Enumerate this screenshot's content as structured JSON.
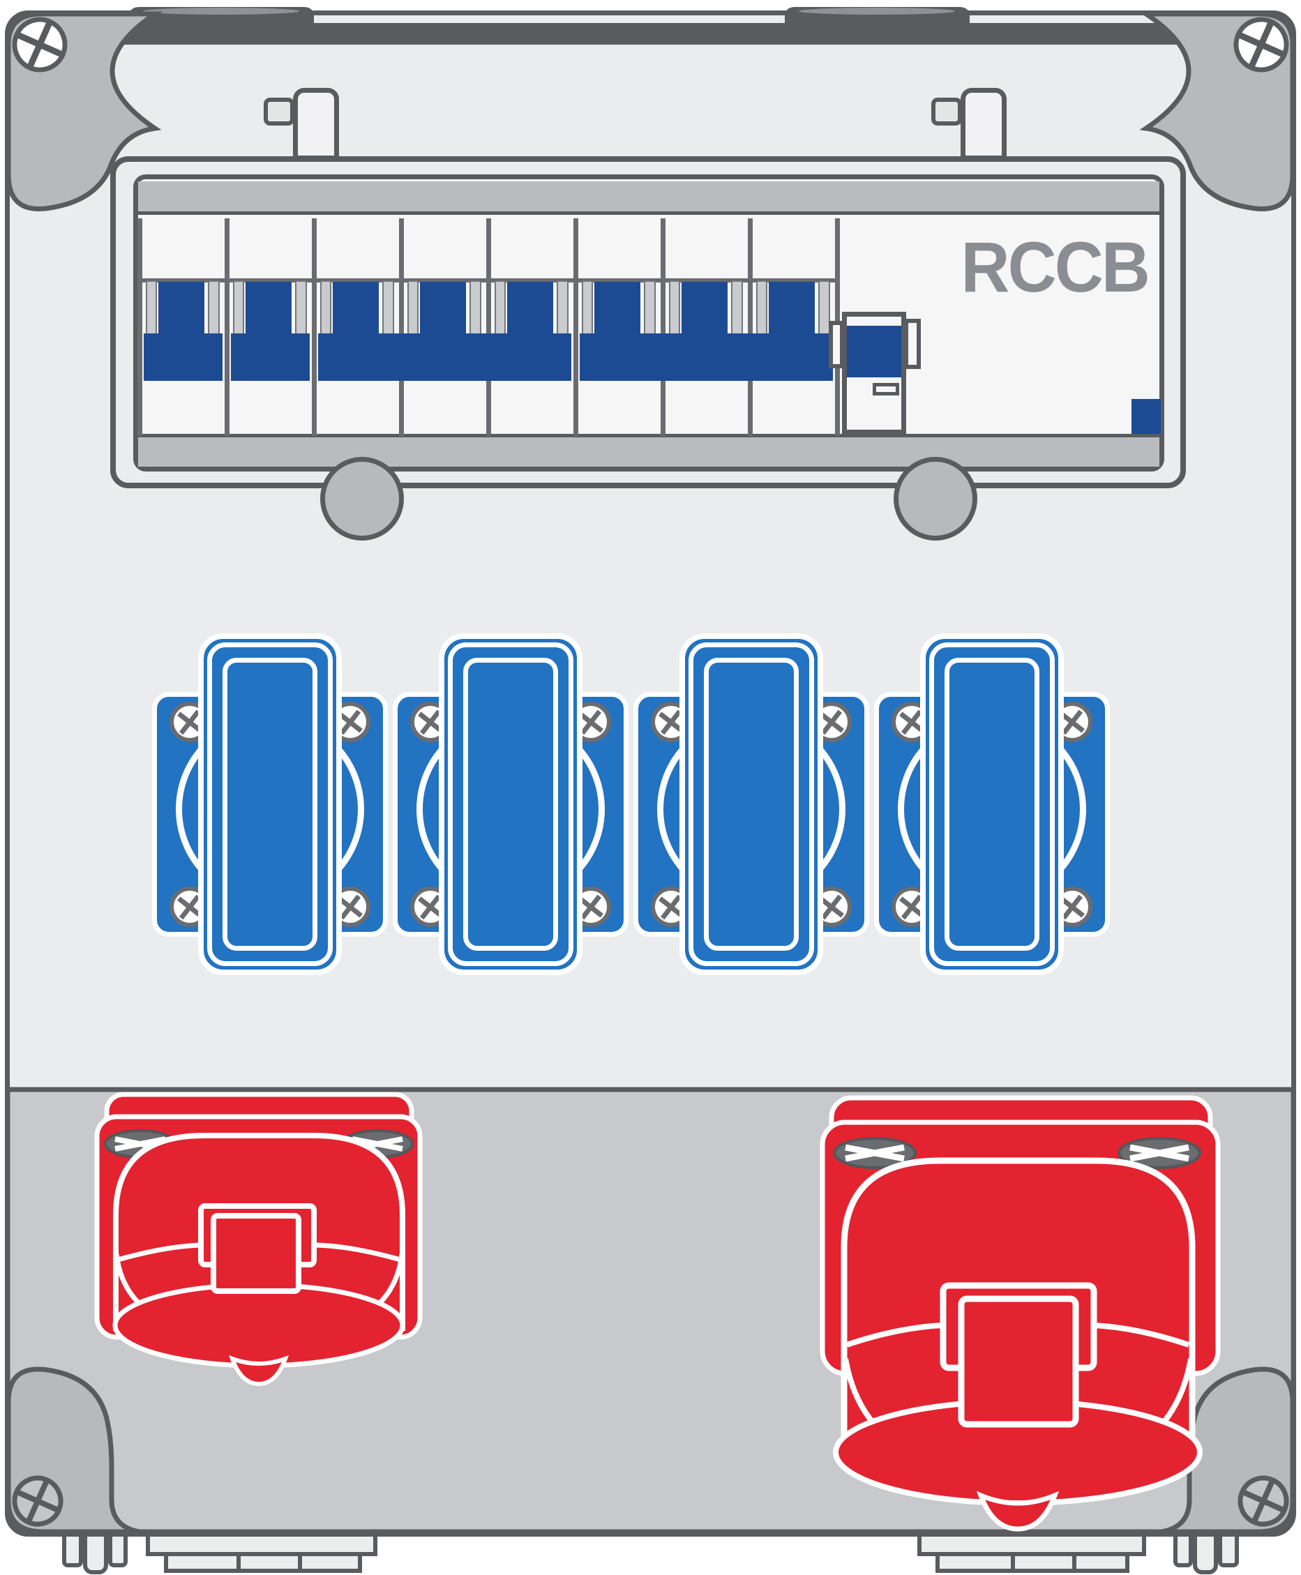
{
  "diagram": {
    "title": "power-distribution-board",
    "rccb_label": "RCCB",
    "breaker_row": {
      "module_count": 8,
      "pole_groups": [
        1,
        1,
        3,
        3
      ],
      "rccb_units": 1
    },
    "blue_sockets": {
      "count": 4,
      "centers_x": [
        387,
        732,
        1077,
        1422
      ]
    },
    "red_sockets": {
      "count": 2
    },
    "colors": {
      "outline": "#595b5f",
      "grid_line": "#6a6c70",
      "body_light": "#ebecee",
      "body_gray": "#c7c9cc",
      "bracket_gray": "#b7b9bd",
      "bar_gray": "#b9bbbf",
      "breaker_blue": "#1c4b94",
      "socket_blue": "#2273c2",
      "socket_red": "#e42330",
      "label_gray": "#8a8d92"
    }
  }
}
